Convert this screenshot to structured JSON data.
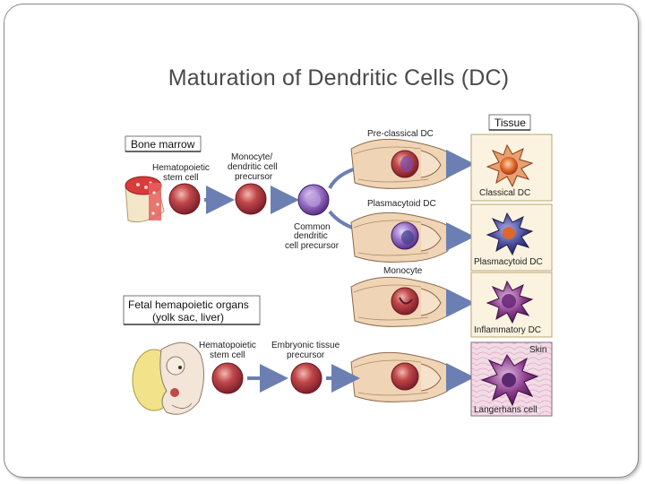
{
  "slide": {
    "title": "Maturation of Dendritic Cells (DC)"
  },
  "sections": {
    "bone_marrow": "Bone marrow",
    "fetal_line1": "Fetal hemapoietic organs",
    "fetal_line2": "(yolk sac, liver)",
    "tissue": "Tissue",
    "skin": "Skin"
  },
  "labels": {
    "hsc_bm_1": "Hematopoietic",
    "hsc_bm_2": "stem cell",
    "mono_prec_1": "Monocyte/",
    "mono_prec_2": "dendritic cell",
    "mono_prec_3": "precursor",
    "cdp_1": "Common",
    "cdp_2": "dendritic",
    "cdp_3": "cell precursor",
    "pre_classical": "Pre-classical DC",
    "plasmacytoid_vessel": "Plasmacytoid DC",
    "monocyte": "Monocyte",
    "hsc_fetal_1": "Hematopoietic",
    "hsc_fetal_2": "stem cell",
    "embryonic_1": "Embryonic tissue",
    "embryonic_2": "precursor",
    "classical_dc": "Classical DC",
    "plasmacytoid_dc": "Plasmacytoid DC",
    "inflammatory_dc": "Inflammatory DC",
    "langerhans": "Langerhans cell"
  },
  "colors": {
    "cell_red": "#a8323a",
    "cell_purple": "#7a4aa8",
    "arrow_blue": "#6c7fb3",
    "vessel": "#e8c9a8",
    "tissue_box": "#fbf3df",
    "classical_core": "#e0662b",
    "plasmacytoid_body": "#4a4a9a",
    "inflammatory_body": "#8a3a8a",
    "langerhans_body": "#7a3a8a"
  }
}
